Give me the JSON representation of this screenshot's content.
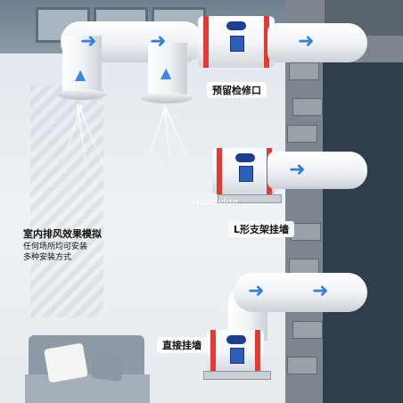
{
  "labels": {
    "access_port": "预留检修口",
    "l_bracket": "L形支架挂墙",
    "direct_wall": "直接挂墙"
  },
  "callout": {
    "title": "室内排风效果模拟",
    "line1": "任何场所均可安装",
    "line2": "多种安装方式"
  },
  "watermark": "xiaodylan",
  "arrow_glyph": "➜",
  "arrow_up_glyph": "▲",
  "colors": {
    "arrow_blue": "#2f7fe0",
    "fan_ring_red": "#e53935",
    "duct_white": "#f4f6f8"
  }
}
